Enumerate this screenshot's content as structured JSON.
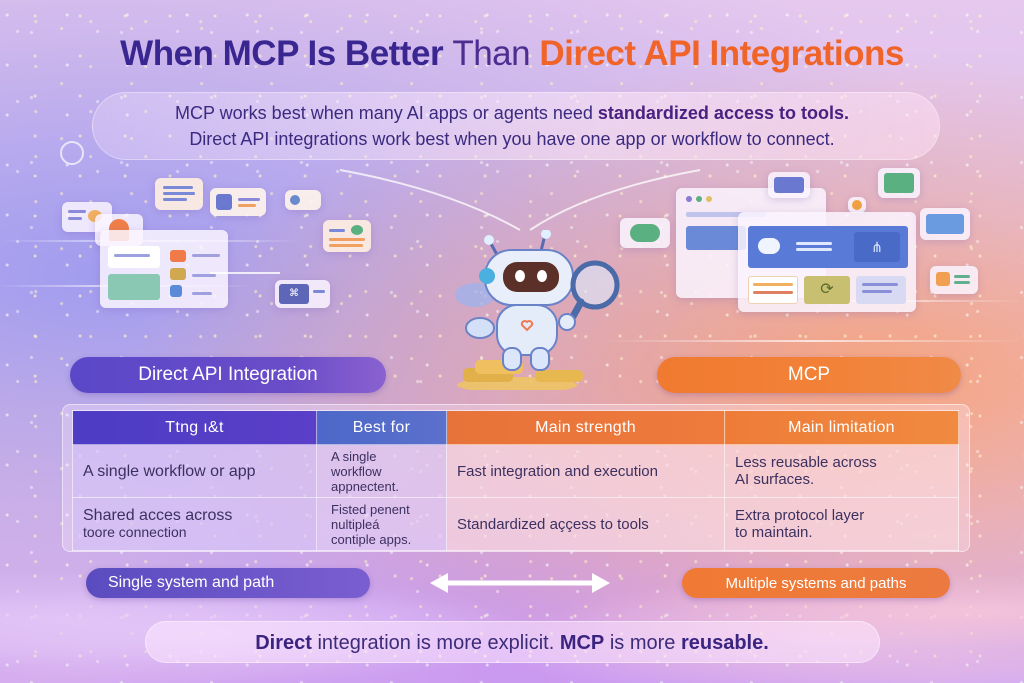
{
  "title": {
    "part1": "When MCP Is Better",
    "part2": "Than",
    "part3": "Direct API Integrations"
  },
  "subtitle": {
    "line1_start": "MCP works best when many AI apps or agents need ",
    "line1_bold": "standardized access to tools.",
    "line2": "Direct API integrations work best when you have one app or workflow to connect."
  },
  "labels": {
    "left_pill": "Direct API Integration",
    "right_pill": "MCP"
  },
  "table": {
    "headers": [
      "Ttng ı&t",
      "Best for",
      "Main strength",
      "Main limitation"
    ],
    "rows": [
      {
        "col1": "A single workflow or app",
        "col1_line2": "",
        "col2": [
          "A single",
          "workflow",
          "appnectent."
        ],
        "col3": "Fast integration and execution",
        "col4": [
          "Less reusable across",
          "AI surfaces."
        ]
      },
      {
        "col1": "Shared acces across",
        "col1_line2": "toore connection",
        "col2": [
          "Fisted penent",
          "nultipleá",
          "contiple apps."
        ],
        "col3": "Standardized aççess to tools",
        "col4": [
          "Extra protocol layer",
          "to maintain."
        ]
      }
    ]
  },
  "scale": {
    "left": "Single system and path",
    "right": "Multiple systems and paths",
    "arrow_icon": "double-arrow-icon"
  },
  "footer": {
    "w1": "Direct",
    "w2": " integration is more explicit. ",
    "w3": "MCP",
    "w4": " is more ",
    "w5": "reusable."
  },
  "colors": {
    "purple_accent": "#5a48c8",
    "orange_accent": "#f07a30",
    "title_purple": "#3a2690",
    "title_orange": "#f0642a"
  },
  "icons": {
    "robot": "robot-mascot-icon",
    "magnifier": "magnifying-glass-icon",
    "chat": "chat-bubble-icon",
    "network": "network-nodes-icon",
    "refresh": "refresh-icon",
    "coins": "coin-stack-icon"
  }
}
